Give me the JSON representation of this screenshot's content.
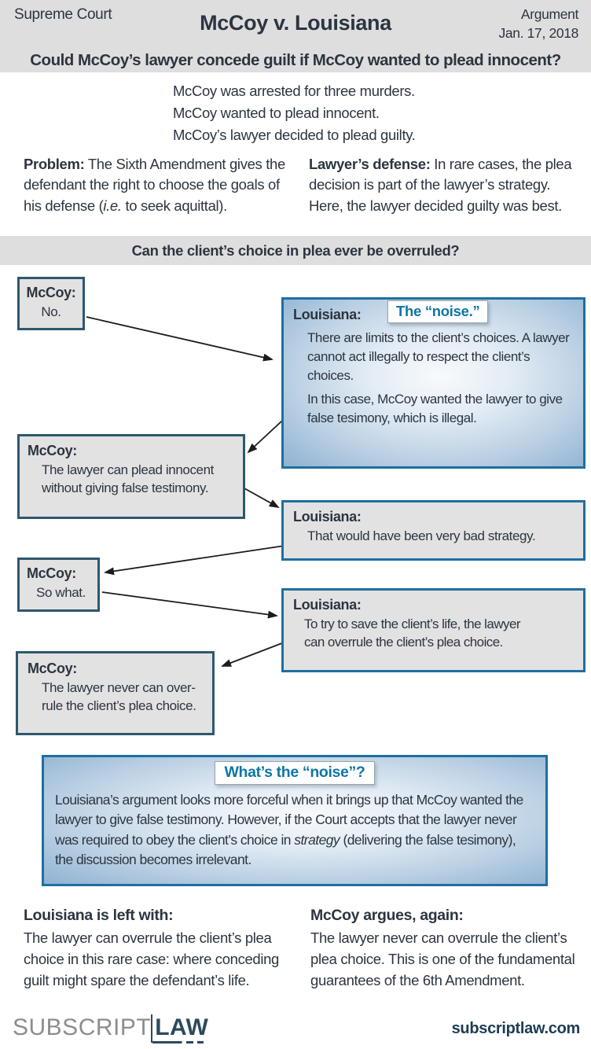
{
  "header": {
    "court": "Supreme Court",
    "title": "McCoy v. Louisiana",
    "event": "Argument",
    "date": "Jan. 17, 2018",
    "question": "Could McCoy’s lawyer concede guilt if McCoy wanted to plead innocent?"
  },
  "facts": [
    "McCoy was arrested for three murders.",
    "McCoy wanted to plead innocent.",
    "McCoy’s lawyer decided to plead guilty."
  ],
  "positions": {
    "problem_label": "Problem:",
    "problem_pre": " The Sixth Amendment gives the defendant the right to choose the goals of his defense (",
    "problem_italic": "i.e.",
    "problem_post": " to seek aquittal).",
    "defense_label": "Lawyer’s defense:",
    "defense_text": " In rare cases, the plea decision is part of the lawyer’s strategy. Here, the lawyer decided guilty was best."
  },
  "flow": {
    "band_question": "Can the client’s choice in plea ever be overruled?",
    "noise_tag": "The “noise.”",
    "boxes": [
      {
        "speaker": "McCoy:",
        "text": "No."
      },
      {
        "speaker": "Louisiana:",
        "paragraphs": [
          "There are limits to the client’s choices. A lawyer cannot act illegally to respect the client’s choices.",
          "In this case, McCoy wanted the lawyer to give false tesimony, which is illegal."
        ]
      },
      {
        "speaker": "McCoy:",
        "text": "The lawyer can plead innocent\nwithout giving false testimony."
      },
      {
        "speaker": "Louisiana:",
        "text": "That would have been very bad strategy."
      },
      {
        "speaker": "McCoy:",
        "text": "So what."
      },
      {
        "speaker": "Louisiana:",
        "text": "To try to save the client’s life, the lawyer\ncan overrule the client’s plea choice."
      },
      {
        "speaker": "McCoy:",
        "text": "The lawyer never can over-\nrule the client’s plea choice."
      }
    ]
  },
  "noise_box": {
    "title": "What’s the “noise”?",
    "body_pre": "Louisiana’s argument looks more forceful when it brings up that McCoy wanted the lawyer to give false testimony. However, if the Court accepts that the lawyer never was required to obey the client’s choice in ",
    "body_italic": "strategy",
    "body_post": " (delivering the false tesimony), the discussion becomes irrelevant."
  },
  "conclusions": {
    "left_label": "Louisiana is left with:",
    "left_text": "The lawyer can overrule the client’s plea choice in this rare case: where conceding guilt might spare the defendant’s life.",
    "right_label": "McCoy argues, again:",
    "right_text": "The lawyer never can overrule the client’s plea choice. This is one of the fundamental guarantees of the 6th Amendment."
  },
  "footer": {
    "logo_subscript": "SUBSCRIPT",
    "logo_law": "LAW",
    "site": "subscriptlaw.com"
  },
  "colors": {
    "header_gray": "#dfdedf",
    "box_gray": "#e3e2e2",
    "border_slate": "#2d586e",
    "border_blue": "#1f6f9f",
    "accent_teal": "#0e76a6",
    "text_dark": "#2c3540",
    "gradient_center": "#f8fafc",
    "gradient_edge": "#8fb2d2",
    "footer_navy": "#2c4a5e"
  }
}
